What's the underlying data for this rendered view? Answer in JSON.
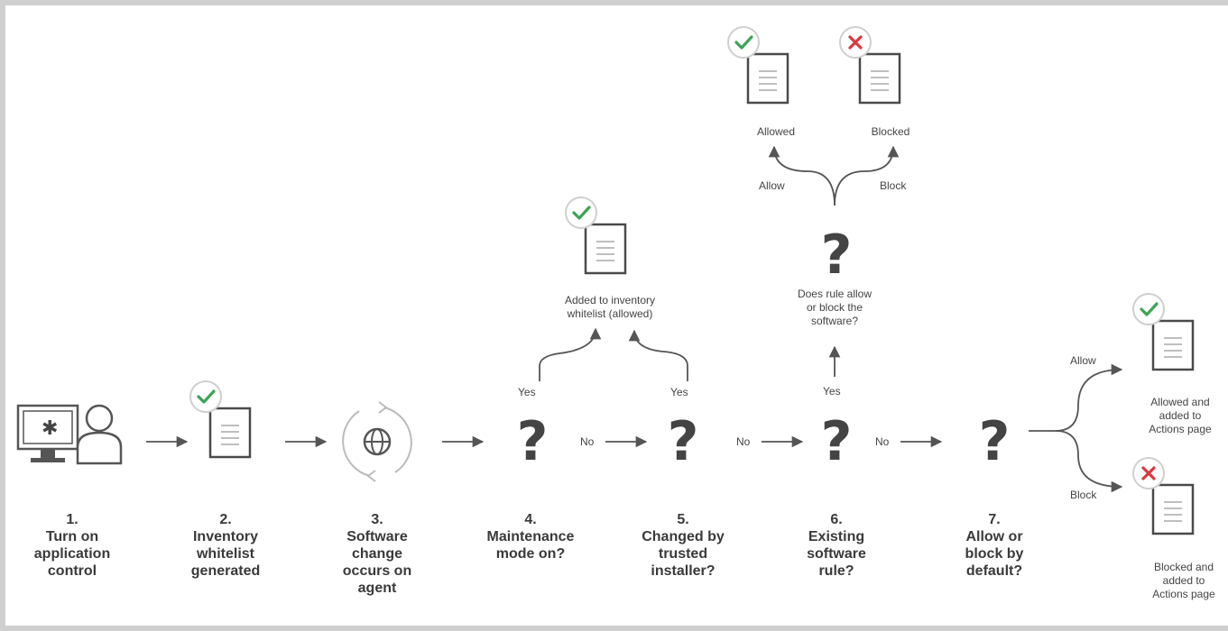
{
  "steps": [
    {
      "num": "1.",
      "lines": [
        "Turn on",
        "application",
        "control"
      ]
    },
    {
      "num": "2.",
      "lines": [
        "Inventory",
        "whitelist",
        "generated"
      ]
    },
    {
      "num": "3.",
      "lines": [
        "Software",
        "change",
        "occurs on",
        "agent"
      ]
    },
    {
      "num": "4.",
      "lines": [
        "Maintenance",
        "mode on?"
      ]
    },
    {
      "num": "5.",
      "lines": [
        "Changed by",
        "trusted",
        "installer?"
      ]
    },
    {
      "num": "6.",
      "lines": [
        "Existing",
        "software",
        "rule?"
      ]
    },
    {
      "num": "7.",
      "lines": [
        "Allow or",
        "block by",
        "default?"
      ]
    }
  ],
  "flow_labels": {
    "no": "No",
    "yes": "Yes",
    "allow": "Allow",
    "block": "Block",
    "question_mark": "?"
  },
  "results": {
    "inventory_added": [
      "Added to inventory",
      "whitelist (allowed)"
    ],
    "rule_question": [
      "Does rule allow",
      "or block the",
      "software?"
    ],
    "allowed": "Allowed",
    "blocked": "Blocked",
    "allowed_actions": [
      "Allowed and",
      "added to",
      "Actions page"
    ],
    "blocked_actions": [
      "Blocked and",
      "added to",
      "Actions page"
    ]
  },
  "colors": {
    "check": "#3aa655",
    "cross": "#d9393f",
    "stroke": "#4a4a4a",
    "arrow": "#555555"
  },
  "icons": [
    "computer-user-icon",
    "document-check-icon",
    "globe-sync-icon",
    "document-cross-icon",
    "question-mark-icon"
  ]
}
